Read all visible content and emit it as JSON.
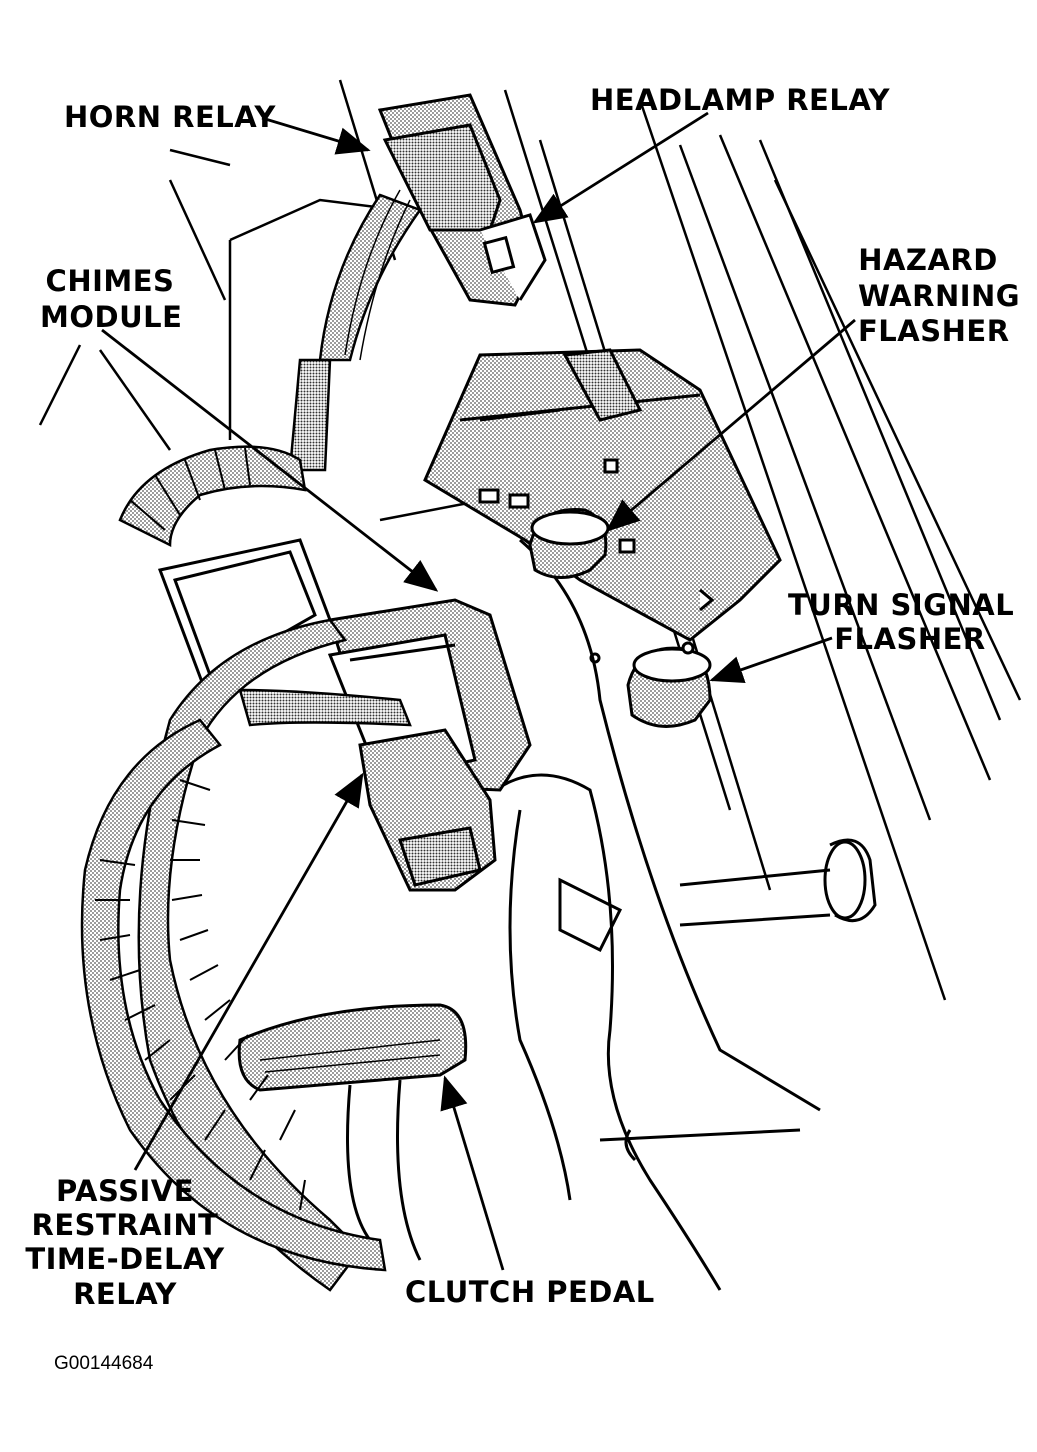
{
  "labels": {
    "horn_relay": "HORN RELAY",
    "headlamp_relay": "HEADLAMP RELAY",
    "hazard_line1": "HAZARD",
    "hazard_line2": "WARNING",
    "hazard_line3": "FLASHER",
    "chimes_line1": "CHIMES",
    "chimes_line2": "MODULE",
    "turn_line1": "TURN SIGNAL",
    "turn_line2": "FLASHER",
    "passive_line1": "PASSIVE",
    "passive_line2": "RESTRAINT",
    "passive_line3": "TIME-DELAY",
    "passive_line4": "RELAY",
    "clutch_pedal": "CLUTCH PEDAL"
  },
  "figure_id": "G00144684",
  "colors": {
    "ink": "#000000",
    "background": "#ffffff",
    "stipple": "#8a8a8a"
  }
}
